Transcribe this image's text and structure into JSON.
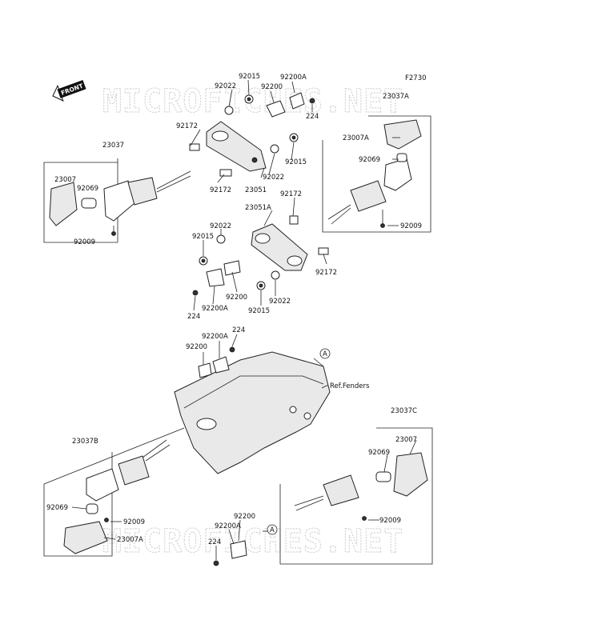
{
  "watermark": {
    "text": "MICROFICHES.NET"
  },
  "figure_code": "F2730",
  "front_badge": "FRONT",
  "labels": [
    {
      "id": "l92015a",
      "text": "92015"
    },
    {
      "id": "l92200Aa",
      "text": "92200A"
    },
    {
      "id": "l92022a",
      "text": "92022"
    },
    {
      "id": "l92200a",
      "text": "92200"
    },
    {
      "id": "l224a",
      "text": "224"
    },
    {
      "id": "l92172a",
      "text": "92172"
    },
    {
      "id": "l23037",
      "text": "23037"
    },
    {
      "id": "l23007a",
      "text": "23007"
    },
    {
      "id": "l92069a",
      "text": "92069"
    },
    {
      "id": "l92009a",
      "text": "92009"
    },
    {
      "id": "l92172b",
      "text": "92172"
    },
    {
      "id": "l23051",
      "text": "23051"
    },
    {
      "id": "l92022b",
      "text": "92022"
    },
    {
      "id": "l92015b",
      "text": "92015"
    },
    {
      "id": "l23037A",
      "text": "23037A"
    },
    {
      "id": "l23007Aa",
      "text": "23007A"
    },
    {
      "id": "l92069b",
      "text": "92069"
    },
    {
      "id": "l92009b",
      "text": "92009"
    },
    {
      "id": "l92172c",
      "text": "92172"
    },
    {
      "id": "l23051A",
      "text": "23051A"
    },
    {
      "id": "l92022c",
      "text": "92022"
    },
    {
      "id": "l92015c",
      "text": "92015"
    },
    {
      "id": "l92172d",
      "text": "92172"
    },
    {
      "id": "l92200b",
      "text": "92200"
    },
    {
      "id": "l224b",
      "text": "224"
    },
    {
      "id": "l92200Ab",
      "text": "92200A"
    },
    {
      "id": "l92015d",
      "text": "92015"
    },
    {
      "id": "l92022d",
      "text": "92022"
    },
    {
      "id": "l224c",
      "text": "224"
    },
    {
      "id": "l92200Ac",
      "text": "92200A"
    },
    {
      "id": "l92200c",
      "text": "92200"
    },
    {
      "id": "lRef",
      "text": "Ref.Fenders"
    },
    {
      "id": "l23037C",
      "text": "23037C"
    },
    {
      "id": "l23007b",
      "text": "23007"
    },
    {
      "id": "l92069c",
      "text": "92069"
    },
    {
      "id": "l92009c",
      "text": "92009"
    },
    {
      "id": "l23037B",
      "text": "23037B"
    },
    {
      "id": "l92069d",
      "text": "92069"
    },
    {
      "id": "l92009d",
      "text": "92009"
    },
    {
      "id": "l23007Ab",
      "text": "23007A"
    },
    {
      "id": "l92200d",
      "text": "92200"
    },
    {
      "id": "l92200Ad",
      "text": "92200A"
    },
    {
      "id": "l224d",
      "text": "224"
    }
  ],
  "callouts": [
    {
      "id": "cA1",
      "text": "A"
    },
    {
      "id": "cA2",
      "text": "A"
    }
  ]
}
